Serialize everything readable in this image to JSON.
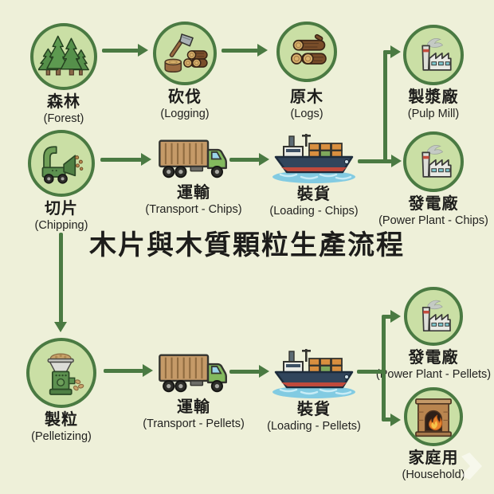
{
  "title": "木片與木質顆粒生產流程",
  "colors": {
    "background": "#eef0d9",
    "circle_fill": "#cadfa5",
    "circle_ring": "#4a7a42",
    "arrow": "#4a7a42",
    "text": "#1d1d1b"
  },
  "nodes": [
    {
      "id": "forest",
      "zh": "森林",
      "en": "(Forest)",
      "icon": "pine-trees-icon"
    },
    {
      "id": "logging",
      "zh": "砍伐",
      "en": "(Logging)",
      "icon": "axe-stump-logs-icon"
    },
    {
      "id": "logs",
      "zh": "原木",
      "en": "(Logs)",
      "icon": "log-pile-icon"
    },
    {
      "id": "pulp-mill",
      "zh": "製漿廠",
      "en": "(Pulp Mill)",
      "icon": "factory-icon"
    },
    {
      "id": "chipping",
      "zh": "切片",
      "en": "(Chipping)",
      "icon": "wood-chipper-icon"
    },
    {
      "id": "transport-chips",
      "zh": "運輸",
      "en": "(Transport - Chips)",
      "icon": "truck-icon"
    },
    {
      "id": "loading-chips",
      "zh": "裝貨",
      "en": "(Loading - Chips)",
      "icon": "cargo-ship-icon"
    },
    {
      "id": "power-plant-chips",
      "zh": "發電廠",
      "en": "(Power Plant - Chips)",
      "icon": "factory-icon"
    },
    {
      "id": "pelletizing",
      "zh": "製粒",
      "en": "(Pelletizing)",
      "icon": "pellet-mill-icon"
    },
    {
      "id": "transport-pellets",
      "zh": "運輸",
      "en": "(Transport - Pellets)",
      "icon": "truck-icon"
    },
    {
      "id": "loading-pellets",
      "zh": "裝貨",
      "en": "(Loading - Pellets)",
      "icon": "cargo-ship-icon"
    },
    {
      "id": "power-plant-pellets",
      "zh": "發電廠",
      "en": "(Power Plant - Pellets)",
      "icon": "factory-icon"
    },
    {
      "id": "household",
      "zh": "家庭用",
      "en": "(Household)",
      "icon": "fireplace-icon"
    }
  ],
  "watermark": {
    "icon": "chevron-right-watermark-icon"
  }
}
